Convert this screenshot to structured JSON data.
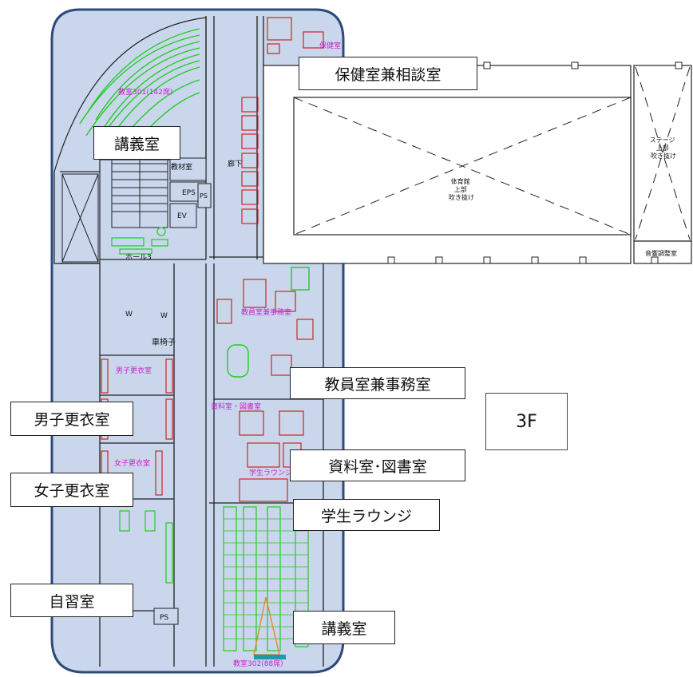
{
  "floor": "3F",
  "callouts": {
    "health_room": "保健室兼相談室",
    "lecture_room_top": "講義室",
    "staff_office": "教員室兼事務室",
    "male_locker": "男子更衣室",
    "library": "資料室･図書室",
    "female_locker": "女子更衣室",
    "student_lounge": "学生ラウンジ",
    "study_room": "自習室",
    "lecture_room_bottom": "講義室"
  },
  "plan_labels": {
    "lecture_301": "教室301(142席)",
    "lecture_302": "教室302(88席)",
    "corridor": "廊下",
    "material_room": "教材室",
    "eps": "EPS",
    "ps": "PS",
    "ev": "EV",
    "hall3": "ホール3",
    "wc": "W",
    "wheelchair": "車椅子",
    "health_small": "保健室",
    "staff_small": "教員室兼事務室",
    "library_small": "資料室・図書室",
    "male_small": "男子更衣室",
    "female_small": "女子更衣室",
    "lounge_small": "学生ラウンジ",
    "gym_void": "体育館\n上部\n吹き抜け",
    "stage_void": "ステージ\n上部\n吹き抜け",
    "sound_room": "音響調整室"
  },
  "colors": {
    "building_fill": "#c9d6ec",
    "building_stroke": "#2f4a7a",
    "seats": "#22cc22",
    "furniture": "#d42222",
    "magenta_text": "#cc22cc",
    "wall": "#222222"
  }
}
